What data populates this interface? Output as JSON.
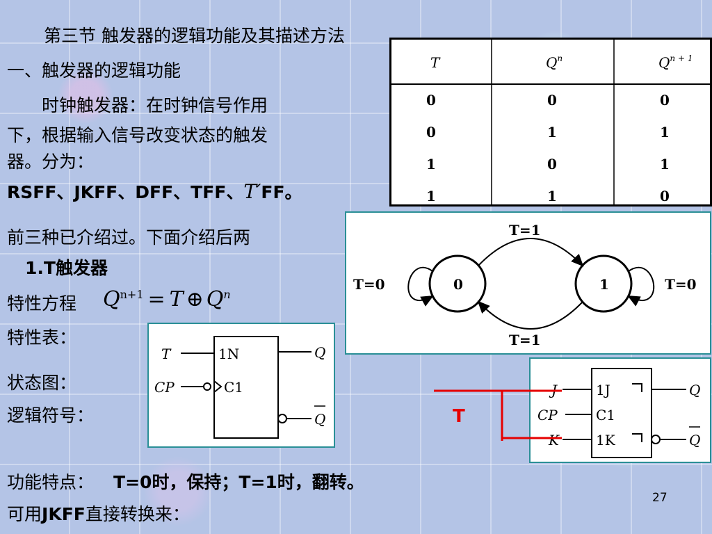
{
  "slide": {
    "title": "第三节 触发器的逻辑功能及其描述方法",
    "heading1": "一、触发器的逻辑功能",
    "para_line1": "时钟触发器：在时钟信号作用",
    "para_line2": "下，根据输入信号改变状态的触发",
    "para_line3": "器。分为：",
    "types_a": "RSFF、JKFF、DFF、TFF、",
    "types_tprime": "T′",
    "types_b": "FF。",
    "intro": "前三种已介绍过。下面介绍后两",
    "section": "1.T触发器",
    "char_eq_label": "特性方程",
    "char_eq": {
      "q": "Q",
      "sup": "n+1",
      "eq": "=",
      "t": "T",
      "op": "⊕",
      "q2": "Q",
      "sup2": "n"
    },
    "char_table_label": "特性表：",
    "state_diagram_label": "状态图：",
    "logic_symbol_label": "逻辑符号：",
    "feature_label": "功能特点：",
    "feature_text": "T=0时，保持；T=1时，翻转。",
    "jk_line_a": "可用",
    "jk_line_b": "JKFF",
    "jk_line_c": "直接转换来：",
    "page_number": "27"
  },
  "truth_table": {
    "headers": [
      "T",
      "Qn",
      "Qn+1"
    ],
    "rows": [
      [
        "0",
        "0",
        "0"
      ],
      [
        "0",
        "1",
        "1"
      ],
      [
        "1",
        "0",
        "1"
      ],
      [
        "1",
        "1",
        "0"
      ]
    ]
  },
  "state_diagram": {
    "state0": "0",
    "state1": "1",
    "top": "T=1",
    "bottom": "T=1",
    "self0": "T=0",
    "self1": "T=0"
  },
  "tff_symbol": {
    "in_t": "T",
    "in_cp": "CP",
    "pin_1n": "1N",
    "pin_c1": "C1",
    "out_q": "Q",
    "out_qbar": "Q"
  },
  "jkff_symbol": {
    "in_j": "J",
    "in_cp": "CP",
    "in_k": "K",
    "pin_1j": "1J",
    "pin_c1": "C1",
    "pin_1k": "1K",
    "out_q": "Q",
    "out_qbar": "Q",
    "t_label": "T"
  },
  "colors": {
    "panel_border": "#2a8f96",
    "red_wire": "#e60000",
    "t_label": "#e60000"
  }
}
